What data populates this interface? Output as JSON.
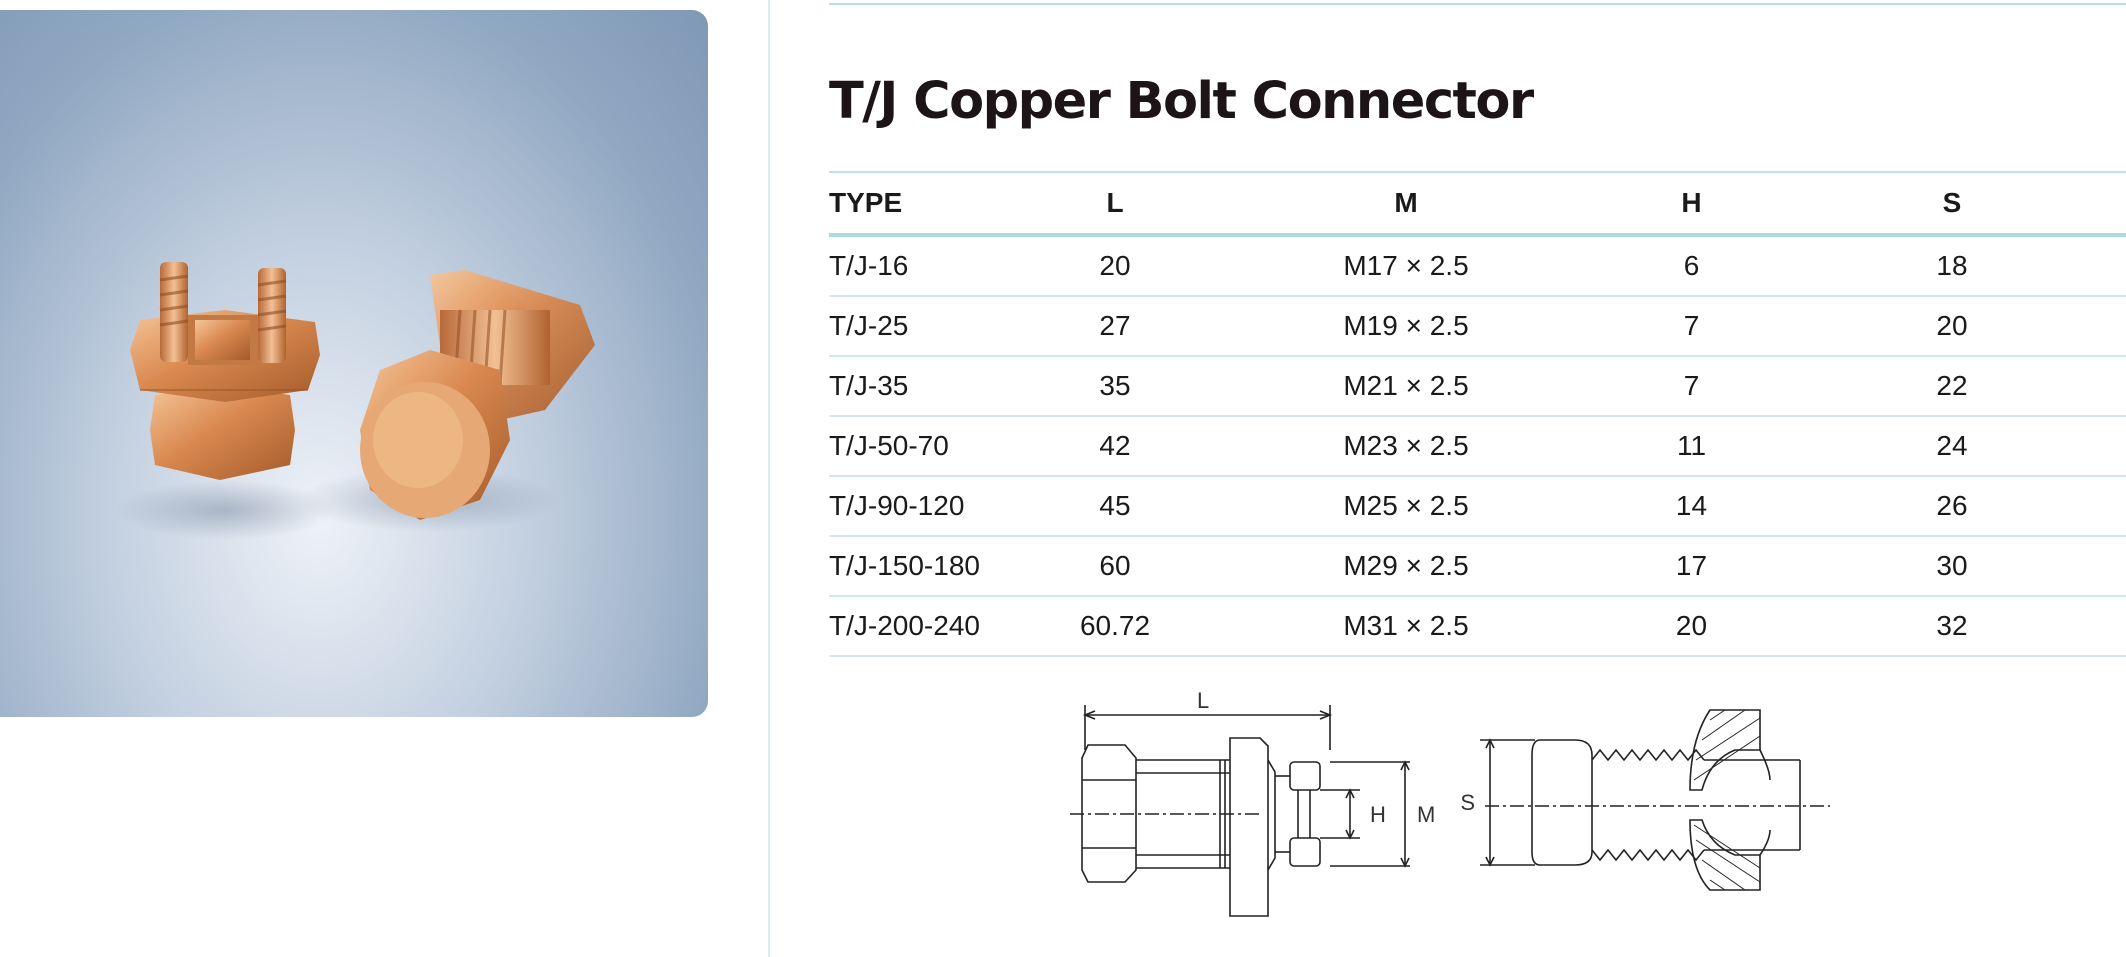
{
  "title": "T/J Copper Bolt Connector",
  "table": {
    "headers": [
      "TYPE",
      "L",
      "M",
      "H",
      "S"
    ],
    "rows": [
      [
        "T/J-16",
        "20",
        "M17 × 2.5",
        "6",
        "18"
      ],
      [
        "T/J-25",
        "27",
        "M19 × 2.5",
        "7",
        "20"
      ],
      [
        "T/J-35",
        "35",
        "M21 × 2.5",
        "7",
        "22"
      ],
      [
        "T/J-50-70",
        "42",
        "M23 × 2.5",
        "11",
        "24"
      ],
      [
        "T/J-90-120",
        "45",
        "M25 × 2.5",
        "14",
        "26"
      ],
      [
        "T/J-150-180",
        "60",
        "M29 × 2.5",
        "17",
        "30"
      ],
      [
        "T/J-200-240",
        "60.72",
        "M31 × 2.5",
        "20",
        "32"
      ]
    ]
  },
  "drawing": {
    "label_L": "L",
    "label_H": "H",
    "label_M": "M",
    "label_S": "S"
  },
  "colors": {
    "rule": "#cfe9eb",
    "copper": "#d9894f"
  }
}
